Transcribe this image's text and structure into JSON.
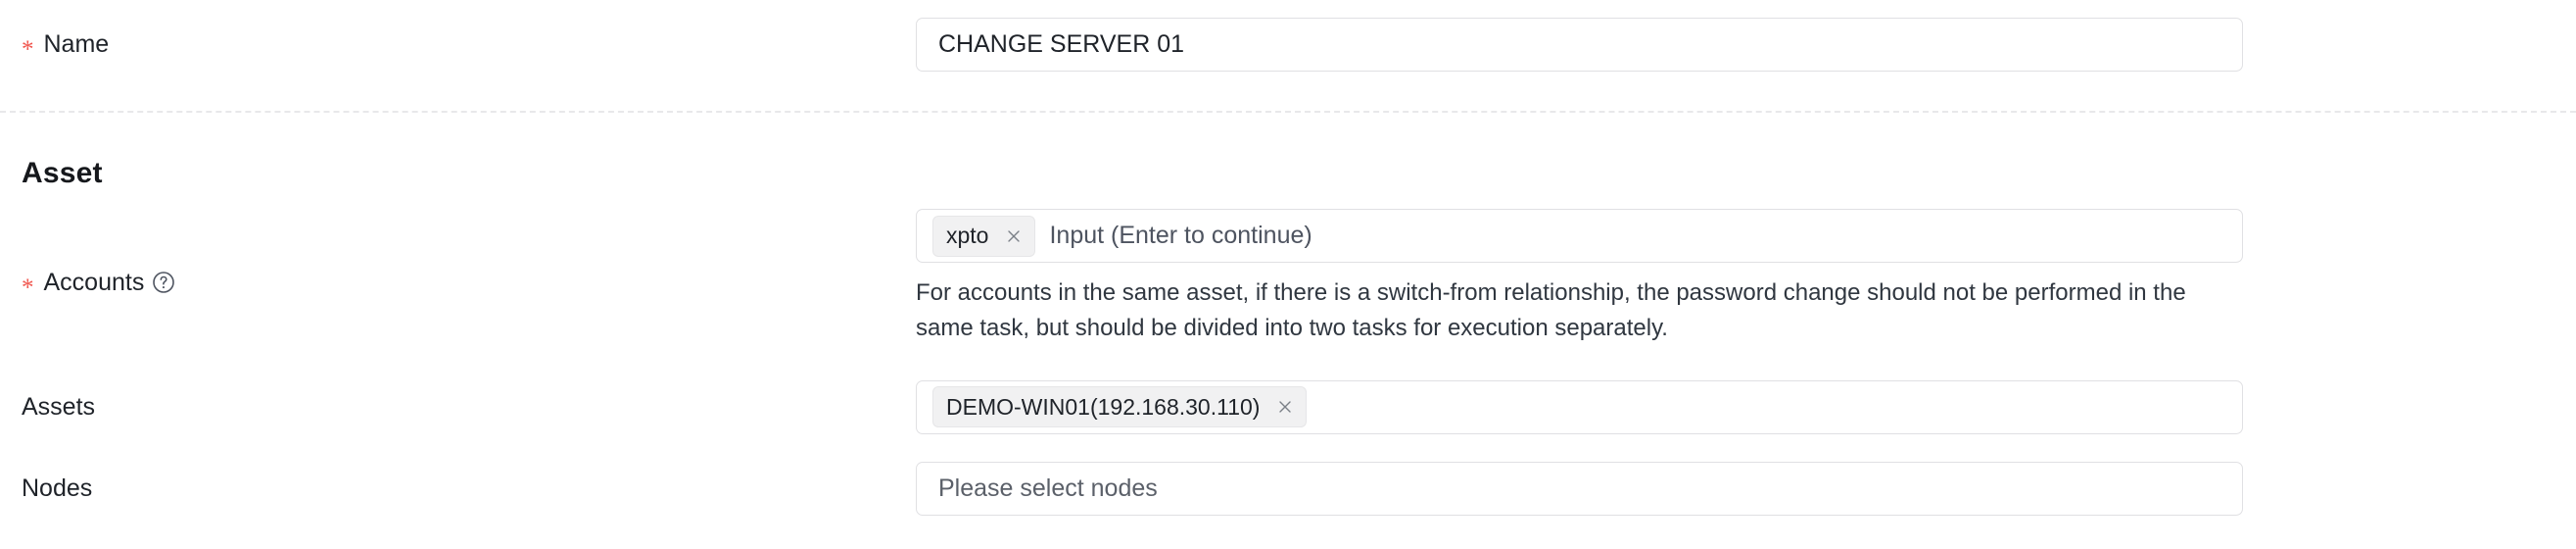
{
  "form": {
    "name_row": {
      "label": "Name",
      "required": true,
      "required_marker": "*",
      "value": "CHANGE SERVER 01"
    },
    "section": {
      "title": "Asset"
    },
    "accounts_row": {
      "label": "Accounts",
      "required": true,
      "required_marker": "*",
      "help_icon": "question-circle-icon",
      "tags": [
        {
          "label": "xpto",
          "close": "×"
        }
      ],
      "placeholder": "Input (Enter to continue)",
      "helper_text": "For accounts in the same asset, if there is a switch-from relationship, the password change should not be performed in the same task, but should be divided into two tasks for execution separately."
    },
    "assets_row": {
      "label": "Assets",
      "required": false,
      "tags": [
        {
          "label": "DEMO-WIN01(192.168.30.110)",
          "close": "×"
        }
      ]
    },
    "nodes_row": {
      "label": "Nodes",
      "required": false,
      "placeholder": "Please select nodes"
    }
  },
  "colors": {
    "required_star": "#f0544c",
    "text_primary": "#1f2329",
    "text_placeholder": "#5b6069",
    "border": "#e0e0e3",
    "tag_bg": "#f1f1f2",
    "divider": "#e8e8ea"
  }
}
